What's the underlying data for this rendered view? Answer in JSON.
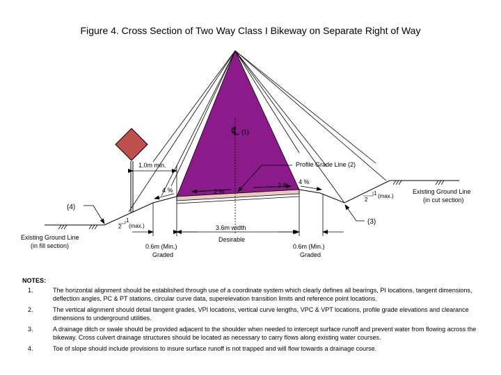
{
  "title": "Figure 4. Cross Section of Two Way Class I Bikeway on Separate Right of Way",
  "labels": {
    "shoulder_left": "1.0m min.",
    "profile_grade": "Profile Grade Line (2)",
    "slope_left": "4 %",
    "slope_right": "4 %",
    "cross_left": "2 %",
    "cross_right": "2 %",
    "centerline": "(1)",
    "callout_4": "(4)",
    "callout_3": "(3)",
    "ratio_left_1": "1",
    "ratio_left_2": "2",
    "ratio_left_max": "(max.)",
    "ratio_right_1": "1",
    "ratio_right_2": "2",
    "ratio_right_max": "(max.)",
    "width": "3.6m width",
    "desirable": "Desirable",
    "graded_left_1": "0.6m (Min.)",
    "graded_left_2": "Graded",
    "graded_right_1": "0.6m (Min.)",
    "graded_right_2": "Graded",
    "ground_left_1": "Existing Ground Line",
    "ground_left_2": "(in fill section)",
    "ground_right_1": "Existing Ground Line",
    "ground_right_2": "(in cut section)"
  },
  "colors": {
    "envelope": "#8B1A8B",
    "sign": "#C0504D",
    "pavement_edge": "#E8C8C0"
  },
  "notes": {
    "heading": "NOTES:",
    "items": [
      {
        "num": "1.",
        "text": "The horizontal alignment should  be established  through use of  a coordinate system which clearly defines all bearings, PI locations, tangent dimensions, deflection angles,  PC & PT stations, circular curve data, superelevation transition limits and reference point  locations."
      },
      {
        "num": "2.",
        "text": "The vertical alignment should  detail tangent grades, VPI locations, vertical curve lengths, VPC & VPT locations, profile grade elevations and clearance dimensions to underground utilities."
      },
      {
        "num": "3.",
        "text": "A drainage ditch or swale should be provided adjacent  to the shoulder when needed  to  intercept  surface runoff and  prevent water from flowing across the bikeway.  Cross culvert drainage structures should be located as necessary to carry flows along existing water courses."
      },
      {
        "num": "4.",
        "text": "Toe of slope should include provisions to insure surface runoff is not trapped and will flow towards a drainage course."
      }
    ]
  }
}
